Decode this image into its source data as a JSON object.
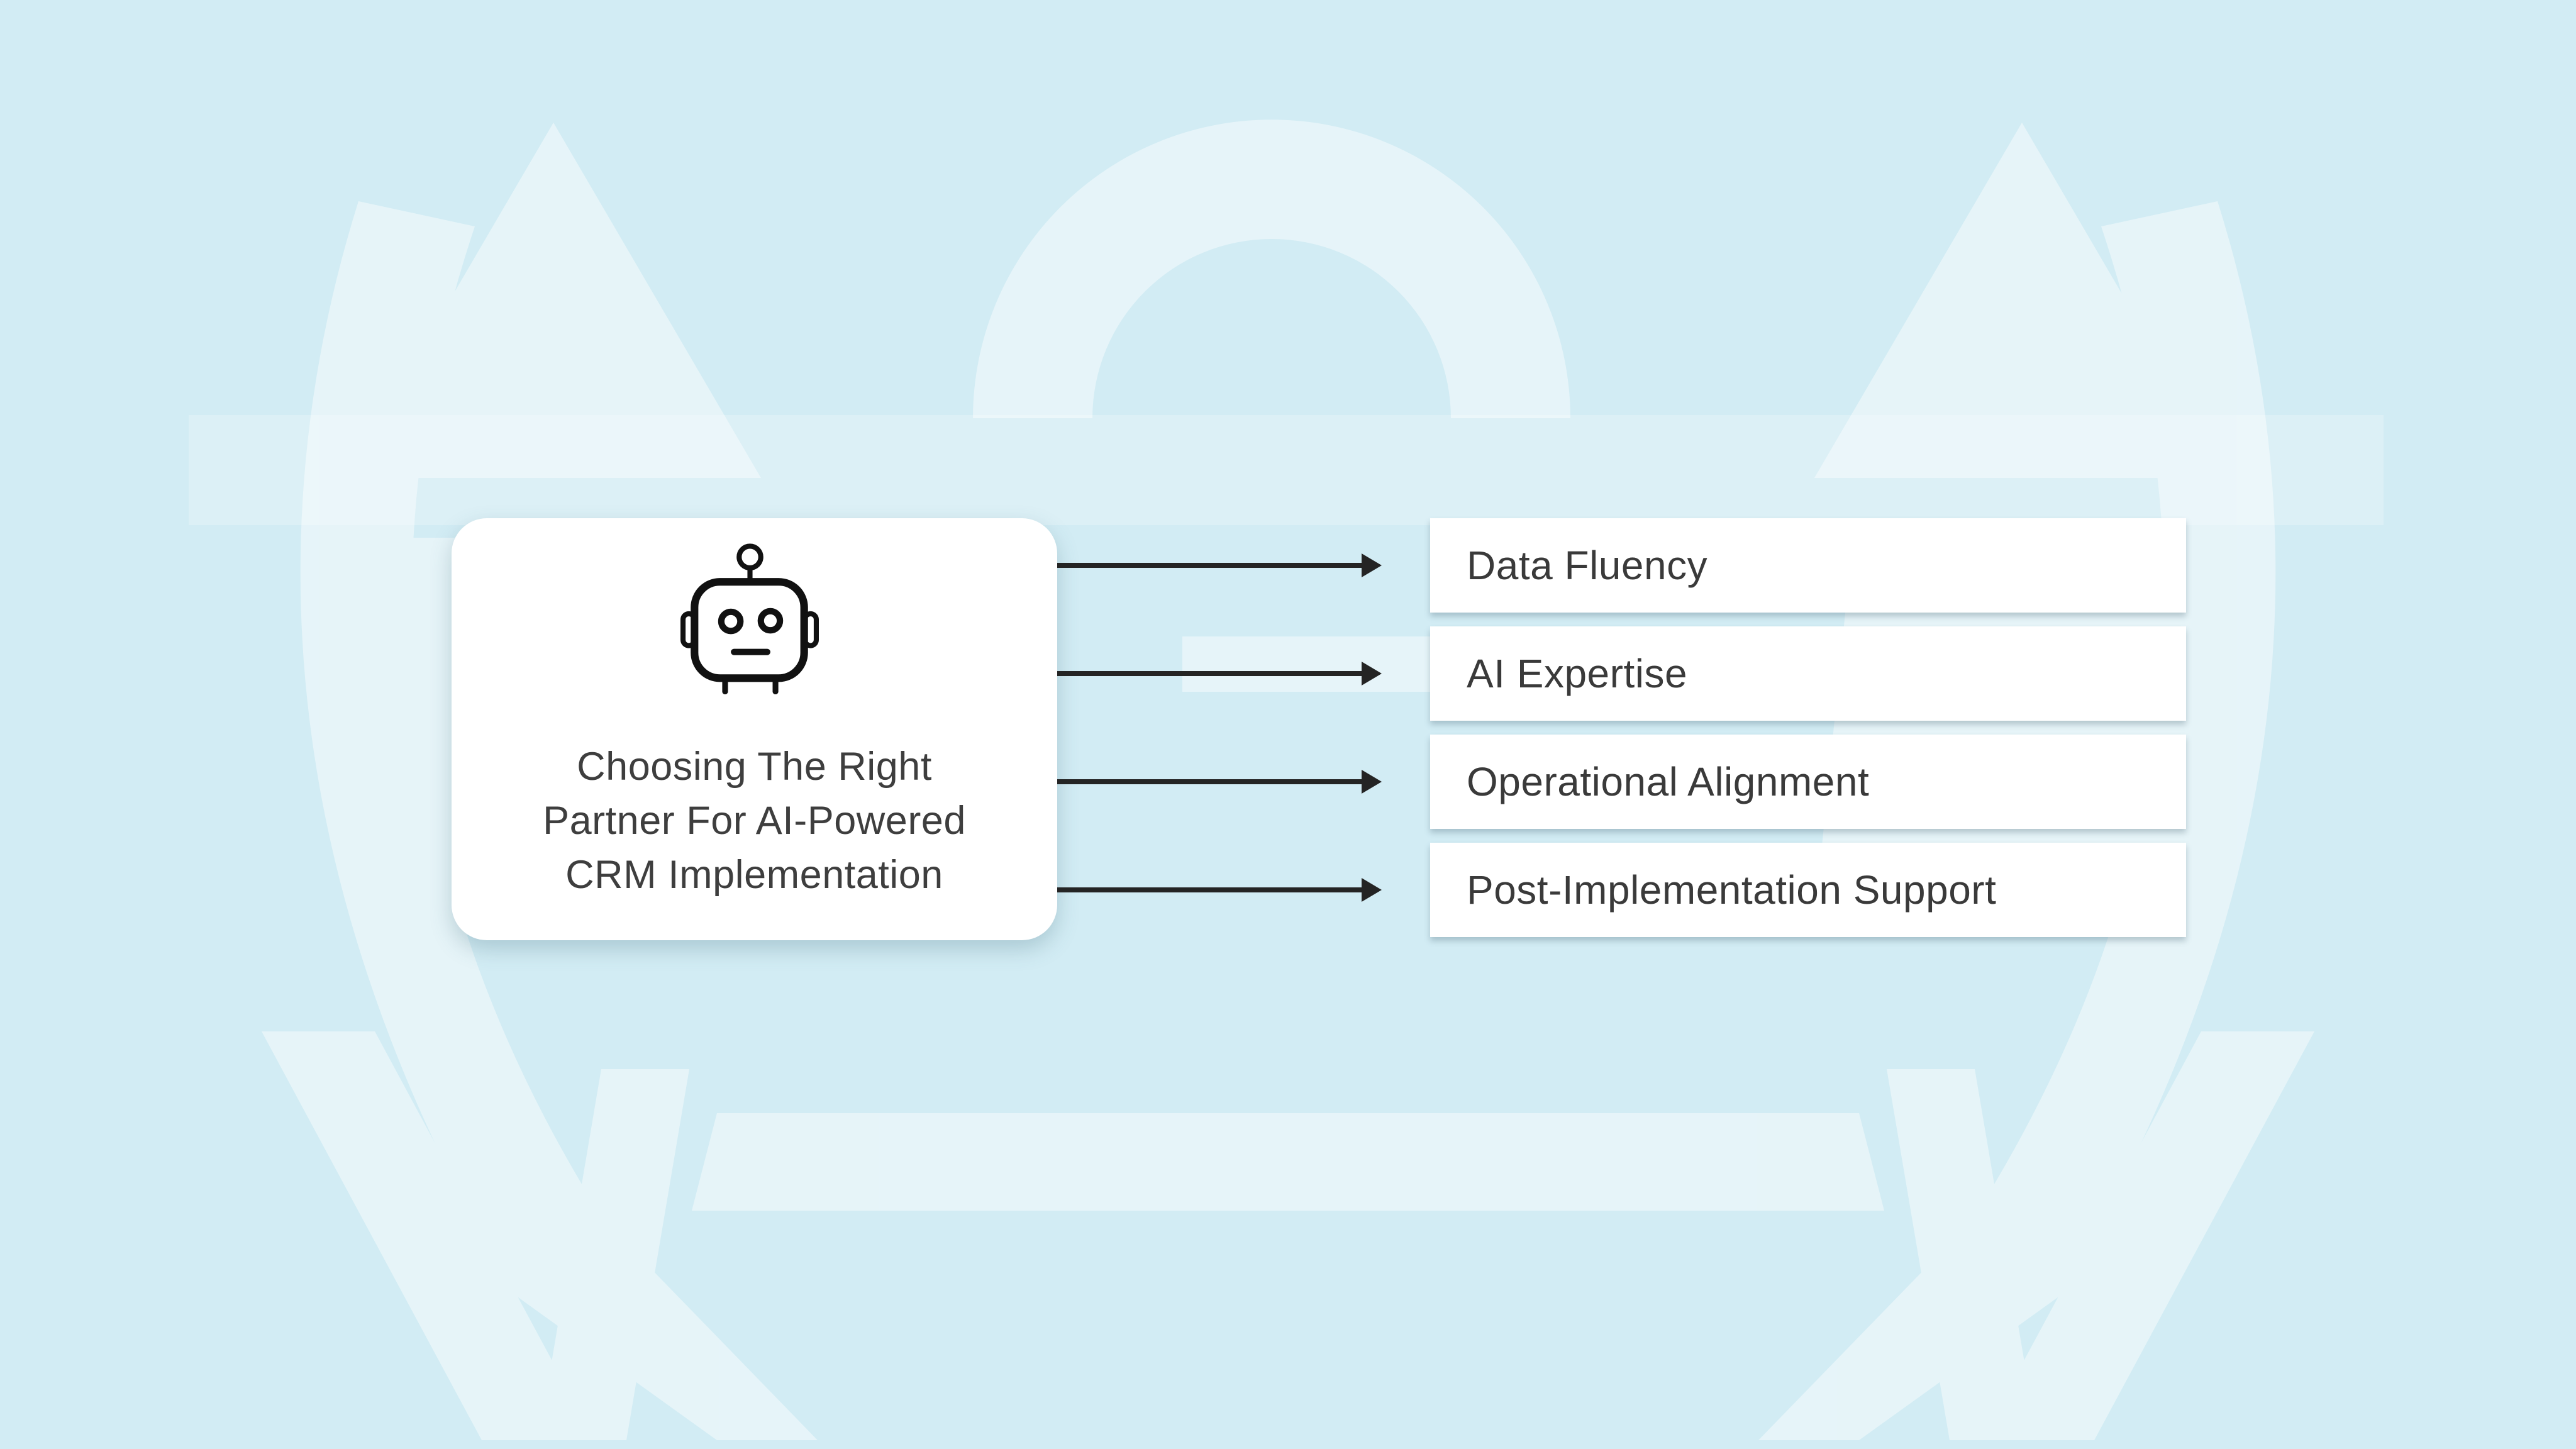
{
  "diagram": {
    "source_card": {
      "icon": "robot-icon",
      "title_lines": [
        "Choosing The Right",
        "Partner For AI-Powered",
        "CRM Implementation"
      ],
      "title_text": "Choosing The Right Partner For AI-Powered CRM Implementation"
    },
    "items": [
      {
        "label": "Data Fluency"
      },
      {
        "label": "AI Expertise"
      },
      {
        "label": "Operational Alignment"
      },
      {
        "label": "Post-Implementation Support"
      }
    ]
  },
  "colors": {
    "background": "#d2ecf4",
    "watermark": "#e3f4f9",
    "card_background": "#ffffff",
    "item_background": "#ffffff",
    "text": "#3c3c3c",
    "arrow": "#242424",
    "icon_stroke": "#111111"
  }
}
